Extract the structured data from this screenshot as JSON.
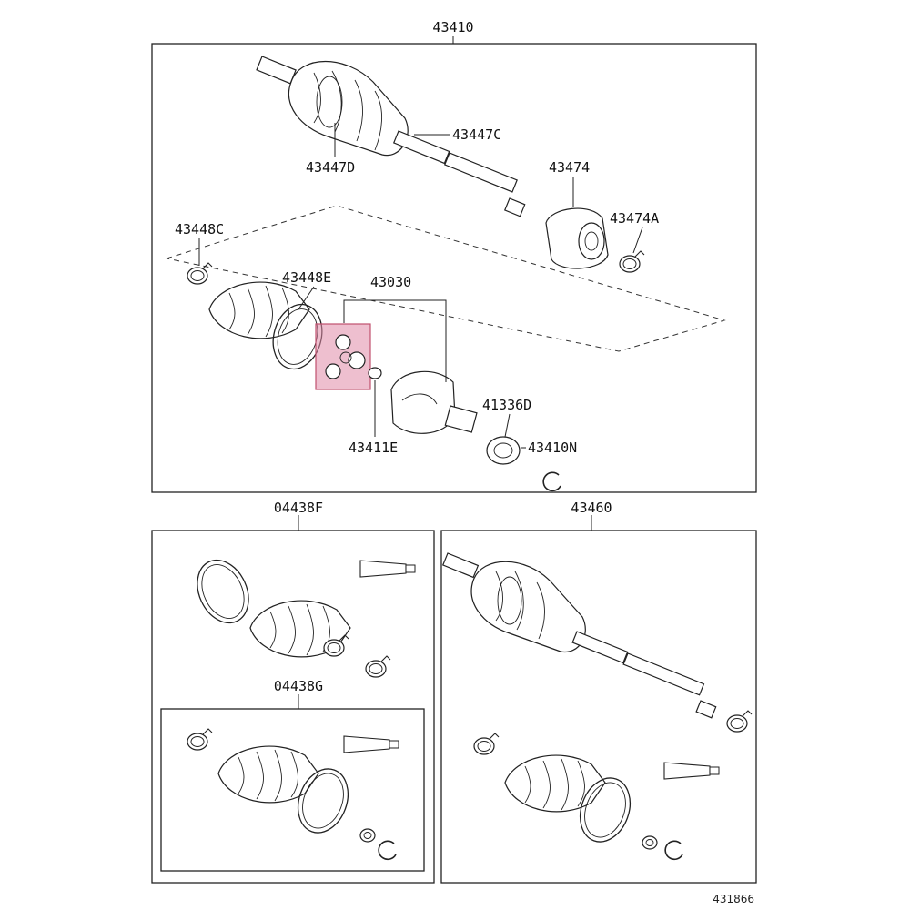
{
  "callouts": {
    "p43410": "43410",
    "p43447C": "43447C",
    "p43447D": "43447D",
    "p43474": "43474",
    "p43474A": "43474A",
    "p43448C": "43448C",
    "p43448E": "43448E",
    "p43030": "43030",
    "p41336D": "41336D",
    "p43411E": "43411E",
    "p43410N": "43410N",
    "p04438F": "04438F",
    "p04438G": "04438G",
    "p43460": "43460"
  },
  "figure_number": "431866",
  "colors": {
    "highlight_fill": "#e08aa8",
    "highlight_stroke": "#c0506e",
    "line": "#222222"
  }
}
